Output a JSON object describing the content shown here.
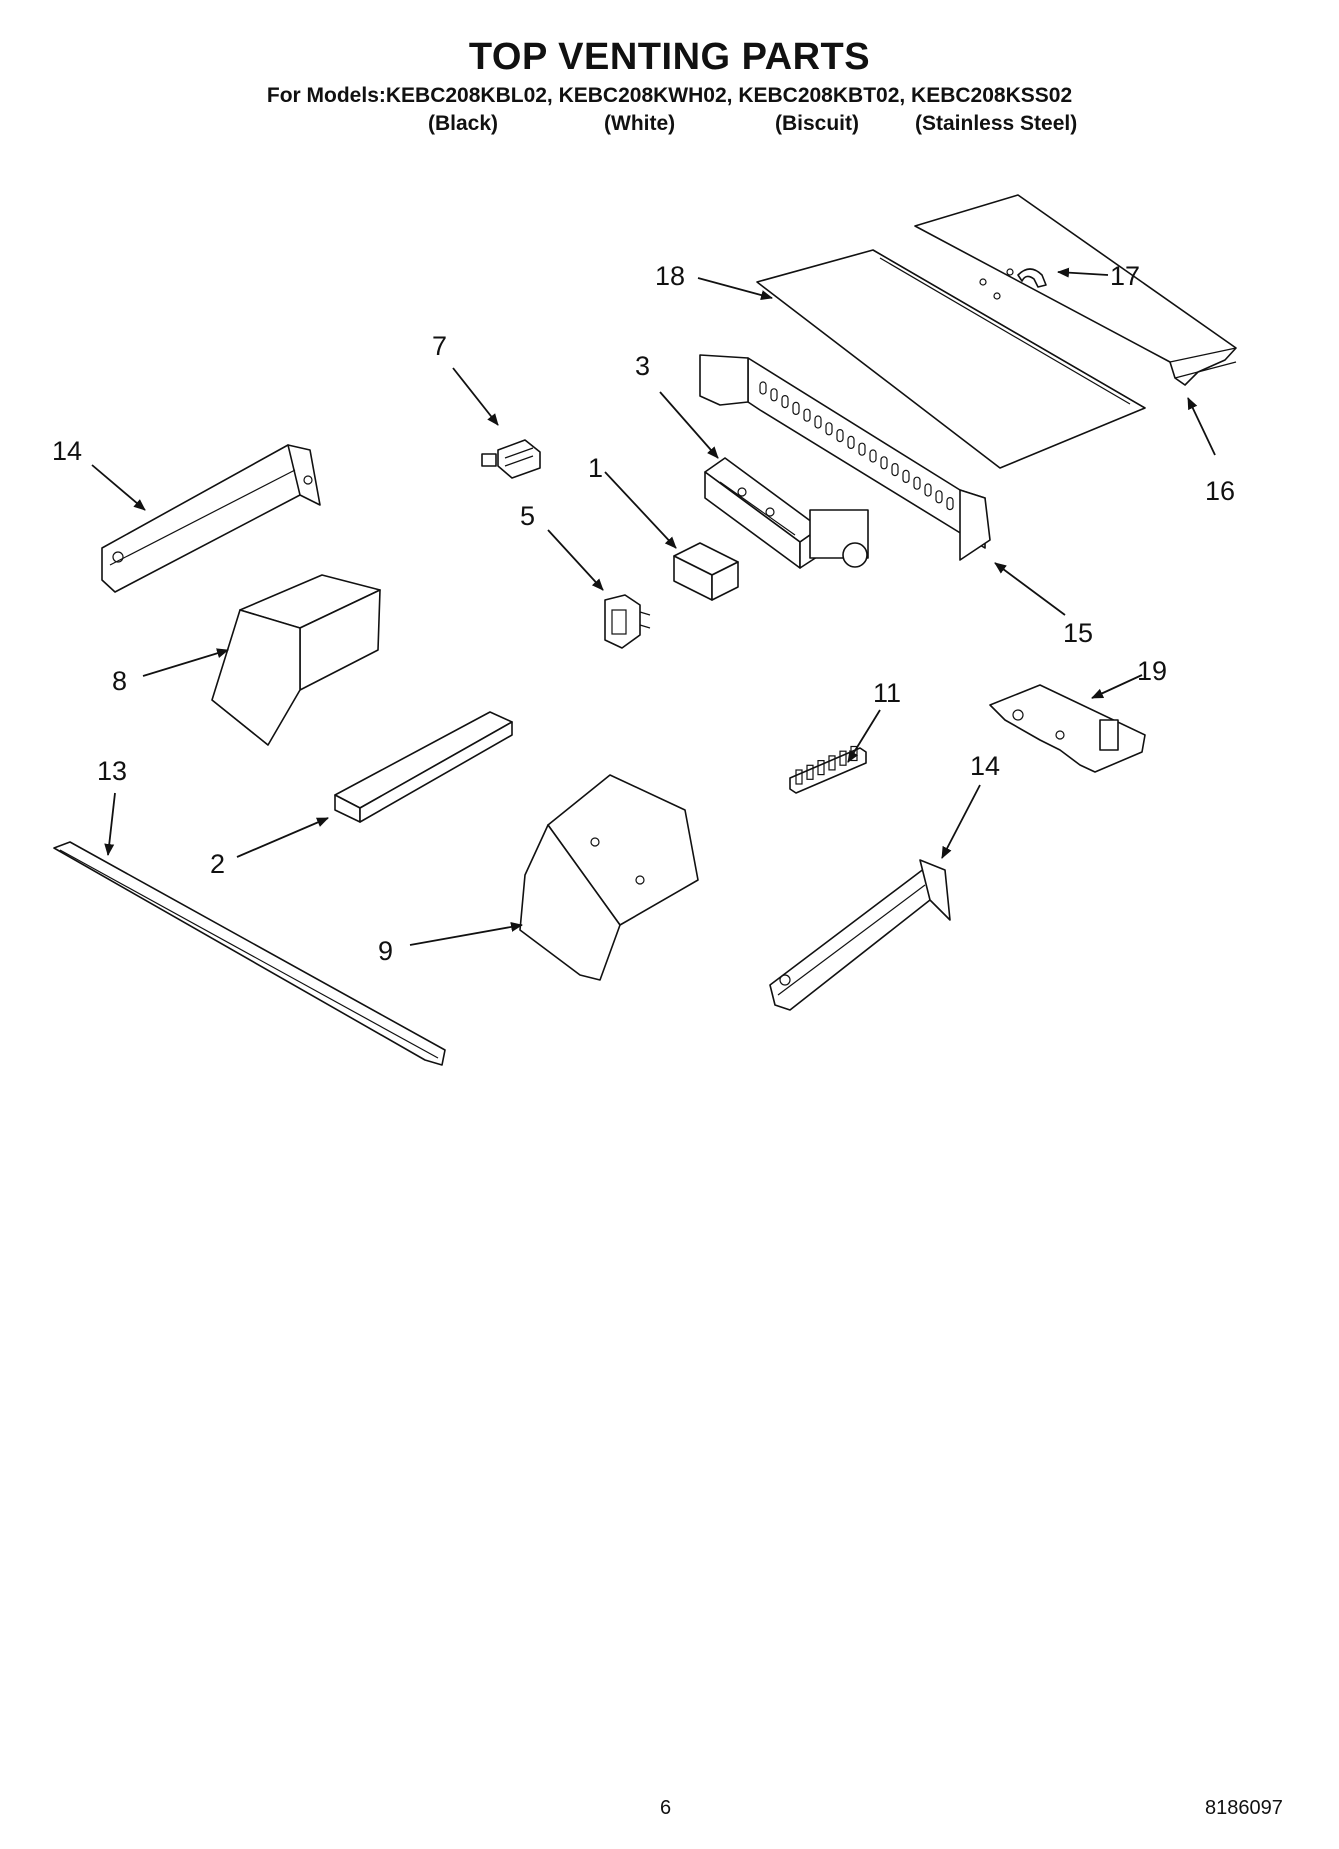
{
  "header": {
    "title": "TOP VENTING PARTS",
    "models_line": "For Models:KEBC208KBL02, KEBC208KWH02, KEBC208KBT02, KEBC208KSS02",
    "variants": [
      "(Black)",
      "(White)",
      "(Biscuit)",
      "(Stainless Steel)"
    ]
  },
  "callouts": {
    "c1": "1",
    "c2": "2",
    "c3": "3",
    "c5": "5",
    "c7": "7",
    "c8": "8",
    "c9": "9",
    "c11": "11",
    "c13": "13",
    "c14a": "14",
    "c14b": "14",
    "c15": "15",
    "c16": "16",
    "c17": "17",
    "c18": "18",
    "c19": "19"
  },
  "footer": {
    "page_number": "6",
    "document_number": "8186097"
  }
}
